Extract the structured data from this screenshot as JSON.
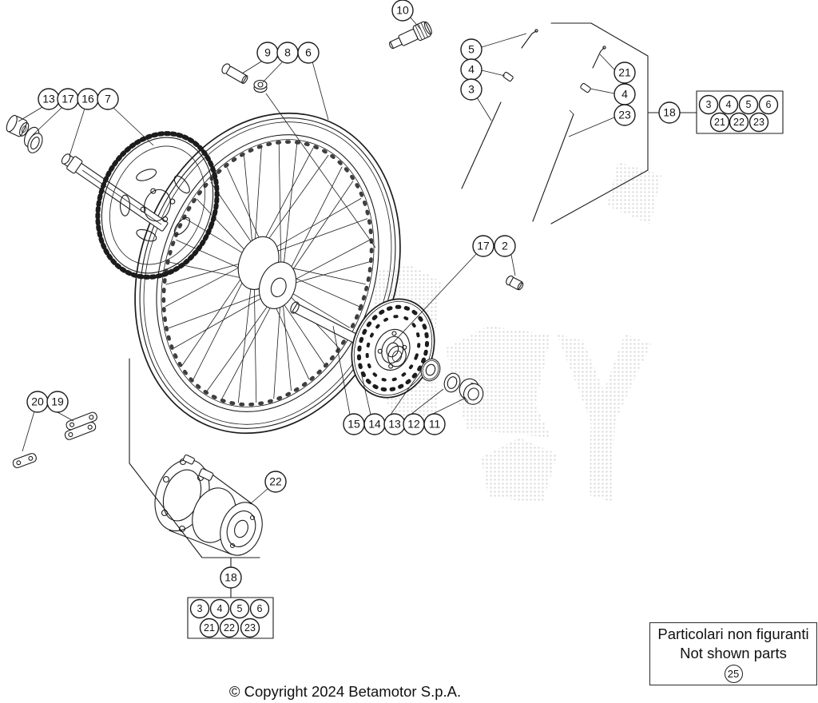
{
  "colors": {
    "line": "#1c1c1c",
    "background": "#ffffff",
    "watermark_dot": "#b3b3b3"
  },
  "callouts": {
    "valve": "10",
    "sprocket_bolt": "9",
    "sprocket_nut": "8",
    "rim": "6",
    "bushing": "13",
    "seal": "17",
    "axle": "16",
    "sprocket": "7",
    "spoke_a": "5",
    "nipple_a": "4",
    "spoke_b": "3",
    "spoke_c": "21",
    "nipple_b": "4",
    "spoke_d": "23",
    "hub_seal": "17",
    "disc_bolt": "2",
    "spacer": "15",
    "disc": "14",
    "bearing": "13",
    "washer": "12",
    "nut": "11",
    "link_clip": "20",
    "link_master": "19",
    "hub": "22",
    "group_right": "18",
    "group_bottom": "18"
  },
  "group_box": {
    "row1": [
      "3",
      "4",
      "5",
      "6"
    ],
    "row2": [
      "21",
      "22",
      "23"
    ]
  },
  "notice": {
    "line1": "Particolari non figuranti",
    "line2": "Not shown parts",
    "ref": "25"
  },
  "footer": {
    "copyright": "© Copyright 2024 Betamotor S.p.A."
  }
}
